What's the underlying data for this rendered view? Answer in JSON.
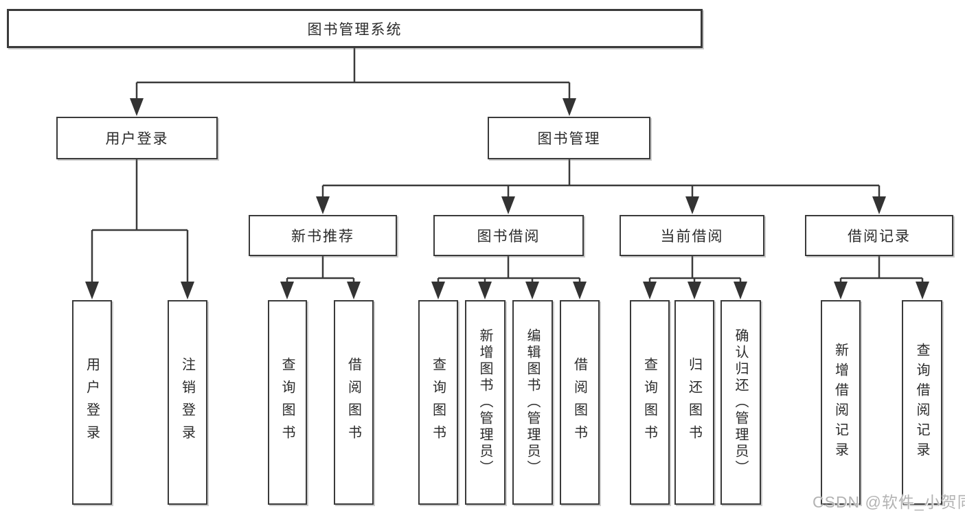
{
  "tree": {
    "label": "图书管理系统",
    "children": [
      {
        "label": "用户登录",
        "children": [
          {
            "label": "用户登录"
          },
          {
            "label": "注销登录"
          }
        ]
      },
      {
        "label": "图书管理",
        "children": [
          {
            "label": "新书推荐",
            "children": [
              {
                "label": "查询图书"
              },
              {
                "label": "借阅图书"
              }
            ]
          },
          {
            "label": "图书借阅",
            "children": [
              {
                "label": "查询图书"
              },
              {
                "label": "新增图书（管理员）"
              },
              {
                "label": "编辑图书（管理员）"
              },
              {
                "label": "借阅图书"
              }
            ]
          },
          {
            "label": "当前借阅",
            "children": [
              {
                "label": "查询图书"
              },
              {
                "label": "归还图书"
              },
              {
                "label": "确认归还（管理员）"
              }
            ]
          },
          {
            "label": "借阅记录",
            "children": [
              {
                "label": "新增借阅记录"
              },
              {
                "label": "查询借阅记录"
              }
            ]
          }
        ]
      }
    ]
  },
  "watermark": "CSDN @软件_小贺同学",
  "colors": {
    "line": "#3a3a3a",
    "box_border": "#3a3a3a",
    "text": "#2b2b2b",
    "watermark": "#b3b3b3",
    "background": "#ffffff"
  }
}
